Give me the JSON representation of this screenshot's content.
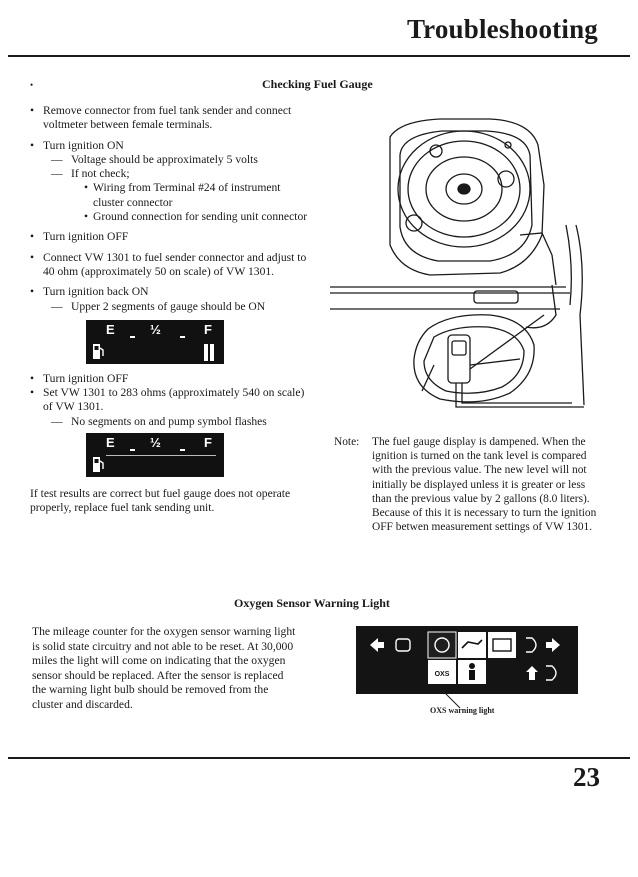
{
  "header": {
    "title": "Troubleshooting"
  },
  "fuel_gauge": {
    "heading": "Checking Fuel Gauge",
    "bullet_marker": "•",
    "steps": [
      "Remove connector from fuel tank sender and connect voltmeter between female terminals.",
      "Turn ignition ON",
      "Voltage should be approximately 5 volts",
      "If not check;",
      "Wiring from Terminal #24 of instrument cluster connector",
      "Ground connection for sending unit connector",
      "Turn ignition OFF",
      "Connect VW 1301 to fuel sender connector and adjust to 40 ohm (approximately 50 on scale) of VW 1301.",
      "Turn ignition back ON",
      "Upper 2 segments of gauge should be ON",
      "Turn ignition OFF",
      "Set VW 1301 to 283 ohms (approximately 540 on scale) of VW 1301.",
      "No segments on and pump symbol flashes"
    ],
    "gauge_labels": {
      "empty": "E",
      "half": "½",
      "full": "F"
    },
    "gauge_1_segments_on": 2,
    "gauge_2_segments_on": 0,
    "closing": "If test results are correct but fuel gauge does not operate properly, replace fuel tank sending unit.",
    "note_label": "Note:",
    "note_text": "The fuel gauge display is dampened. When the ignition is turned on the tank level is compared with the previous value. The new level will not initially be displayed unless it is greater or less than the previous value by 2 gallons (8.0 liters). Because of this it is necessary to turn the ignition OFF betwen measurement settings of VW 1301."
  },
  "oxygen": {
    "heading": "Oxygen Sensor Warning Light",
    "text": "The mileage counter for the oxygen sensor warning light is solid state circuitry and not able to be reset. At 30,000 miles the light will come on indicating that the oxygen sensor should be replaced. After the sensor is replaced the warning light bulb should be removed from the cluster and discarded.",
    "panel_label": "OXS",
    "caption": "OXS warning light"
  },
  "footer": {
    "page_number": "23"
  }
}
